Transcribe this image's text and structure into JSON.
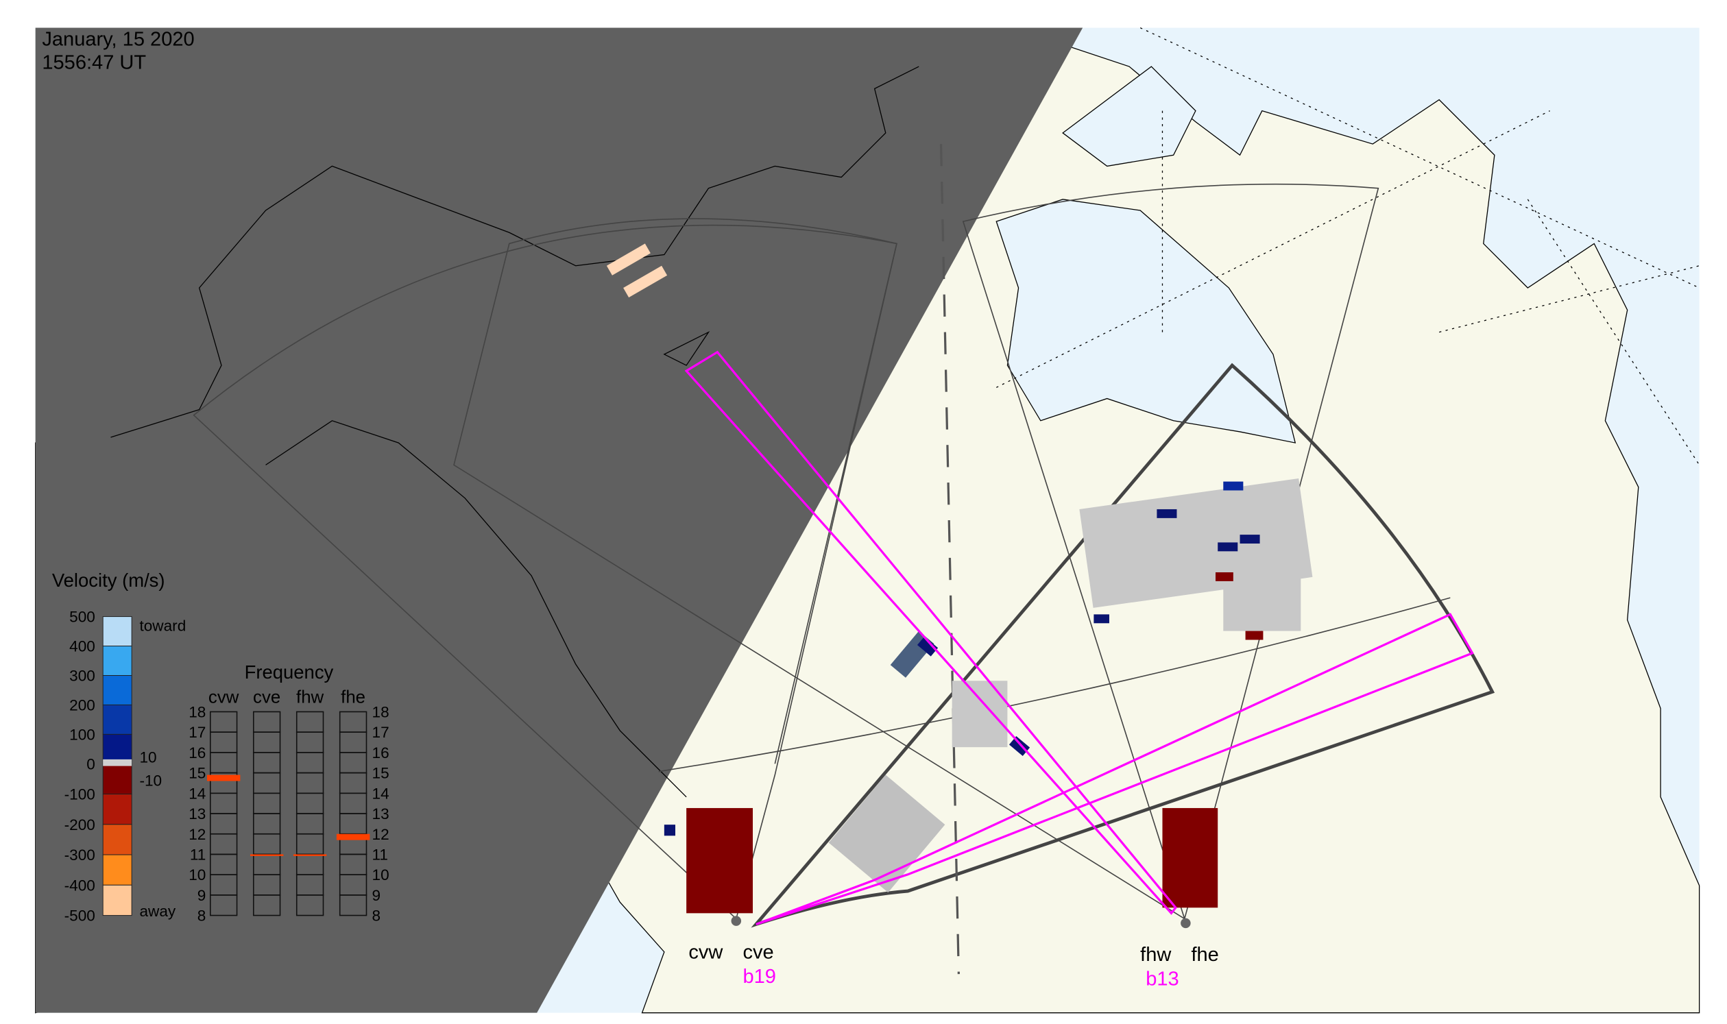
{
  "header": {
    "date": "January, 15 2020",
    "time": "1556:47 UT"
  },
  "colors": {
    "ocean": "#e8f4fc",
    "land": "#f8f8ea",
    "night": "#606060",
    "beam": "#ff00ff",
    "fov": "#444444",
    "freq_mark": "#ff4000"
  },
  "velocity_legend": {
    "title": "Velocity (m/s)",
    "ticks": [
      "500",
      "400",
      "300",
      "200",
      "100",
      "0",
      "-100",
      "-200",
      "-300",
      "-400",
      "-500"
    ],
    "toward_label": "toward",
    "away_label": "away",
    "gs_ticks": [
      "10",
      "-10"
    ],
    "bins": [
      {
        "value": 450,
        "color": "#b8dcf6"
      },
      {
        "value": 350,
        "color": "#38a8f0"
      },
      {
        "value": 250,
        "color": "#0a6ad8"
      },
      {
        "value": 150,
        "color": "#0838a8"
      },
      {
        "value": 50,
        "color": "#041888"
      },
      {
        "value": -50,
        "color": "#800000"
      },
      {
        "value": -150,
        "color": "#b01808"
      },
      {
        "value": -250,
        "color": "#e05010"
      },
      {
        "value": -350,
        "color": "#ff8c1c"
      },
      {
        "value": -450,
        "color": "#ffc898"
      }
    ]
  },
  "frequency_legend": {
    "title": "Frequency",
    "ticks": [
      "18",
      "17",
      "16",
      "15",
      "14",
      "13",
      "12",
      "11",
      "10",
      "9",
      "8"
    ],
    "range_mhz": [
      8,
      18
    ],
    "radars": [
      {
        "name": "cvw",
        "freq_mhz": [
          14.6,
          14.9
        ]
      },
      {
        "name": "cve",
        "freq_mhz": [
          10.95,
          11.0
        ]
      },
      {
        "name": "fhw",
        "freq_mhz": [
          10.95,
          11.0
        ]
      },
      {
        "name": "fhe",
        "freq_mhz": [
          11.7,
          12.0
        ]
      }
    ]
  },
  "sites": [
    {
      "labels": [
        "cvw",
        "cve"
      ],
      "beam": "b19"
    },
    {
      "labels": [
        "fhw",
        "fhe"
      ],
      "beam": "b13"
    }
  ]
}
